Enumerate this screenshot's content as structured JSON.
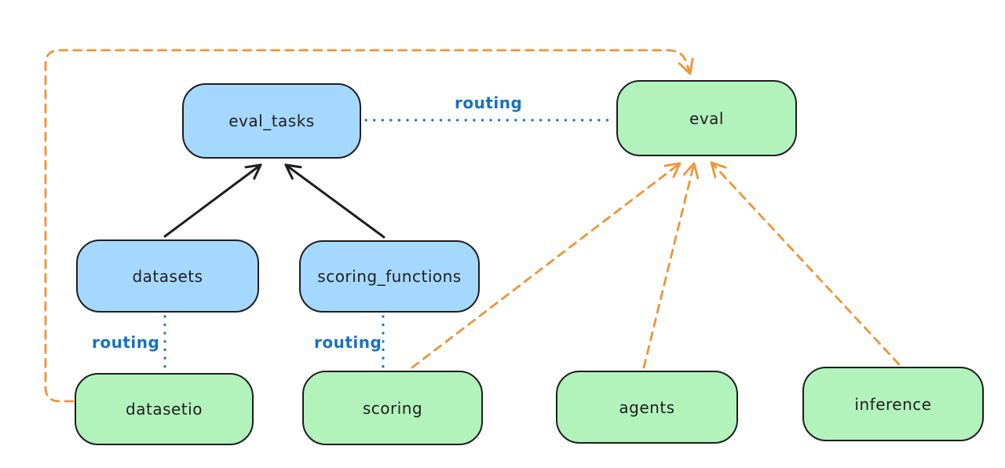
{
  "diagram": {
    "title": "",
    "nodes": {
      "eval_tasks": {
        "label": "eval_tasks",
        "kind": "api"
      },
      "datasets": {
        "label": "datasets",
        "kind": "api"
      },
      "scoring_functions": {
        "label": "scoring_functions",
        "kind": "api"
      },
      "eval": {
        "label": "eval",
        "kind": "provider"
      },
      "datasetio": {
        "label": "datasetio",
        "kind": "provider"
      },
      "scoring": {
        "label": "scoring",
        "kind": "provider"
      },
      "agents": {
        "label": "agents",
        "kind": "provider"
      },
      "inference": {
        "label": "inference",
        "kind": "provider"
      }
    },
    "edge_labels": {
      "eval_tasks_eval": "routing",
      "datasets_datasetio": "routing",
      "scoring_functions_scoring": "routing"
    },
    "edges": [
      {
        "from": "datasets",
        "to": "eval_tasks",
        "style": "solid-black-arrow"
      },
      {
        "from": "scoring_functions",
        "to": "eval_tasks",
        "style": "solid-black-arrow"
      },
      {
        "from": "eval_tasks",
        "to": "eval",
        "style": "dotted-blue",
        "label": "routing"
      },
      {
        "from": "datasets",
        "to": "datasetio",
        "style": "dotted-blue",
        "label": "routing"
      },
      {
        "from": "scoring_functions",
        "to": "scoring",
        "style": "dotted-blue",
        "label": "routing"
      },
      {
        "from": "datasetio",
        "to": "eval",
        "style": "dashed-orange-arrow"
      },
      {
        "from": "scoring",
        "to": "eval",
        "style": "dashed-orange-arrow"
      },
      {
        "from": "agents",
        "to": "eval",
        "style": "dashed-orange-arrow"
      },
      {
        "from": "inference",
        "to": "eval",
        "style": "dashed-orange-arrow"
      }
    ],
    "colors": {
      "api_fill": "#a5d8ff",
      "provider_fill": "#b2f2bb",
      "node_stroke": "#1e1e1e",
      "routing_blue": "#1971c2",
      "dependency_orange": "#ef9434",
      "background": "#ffffff"
    }
  }
}
